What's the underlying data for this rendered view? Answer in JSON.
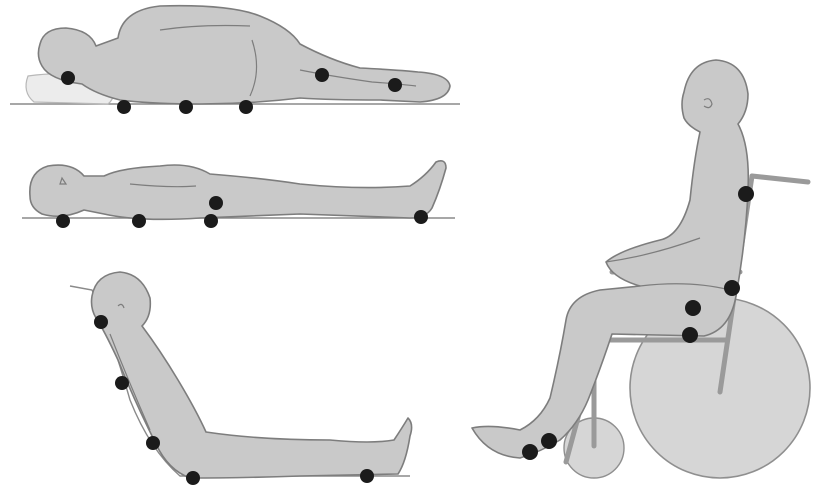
{
  "figure": {
    "colors": {
      "body": "#c9c9c9",
      "outline": "#7d7d7d",
      "pressure_point": "#1b1b1b",
      "wheel": "#d6d6d6"
    },
    "panels": [
      {
        "id": "side-lying",
        "pressure_points": 6
      },
      {
        "id": "supine",
        "pressure_points": 5
      },
      {
        "id": "long-sitting",
        "pressure_points": 5
      },
      {
        "id": "wheelchair",
        "pressure_points": 6
      }
    ]
  }
}
